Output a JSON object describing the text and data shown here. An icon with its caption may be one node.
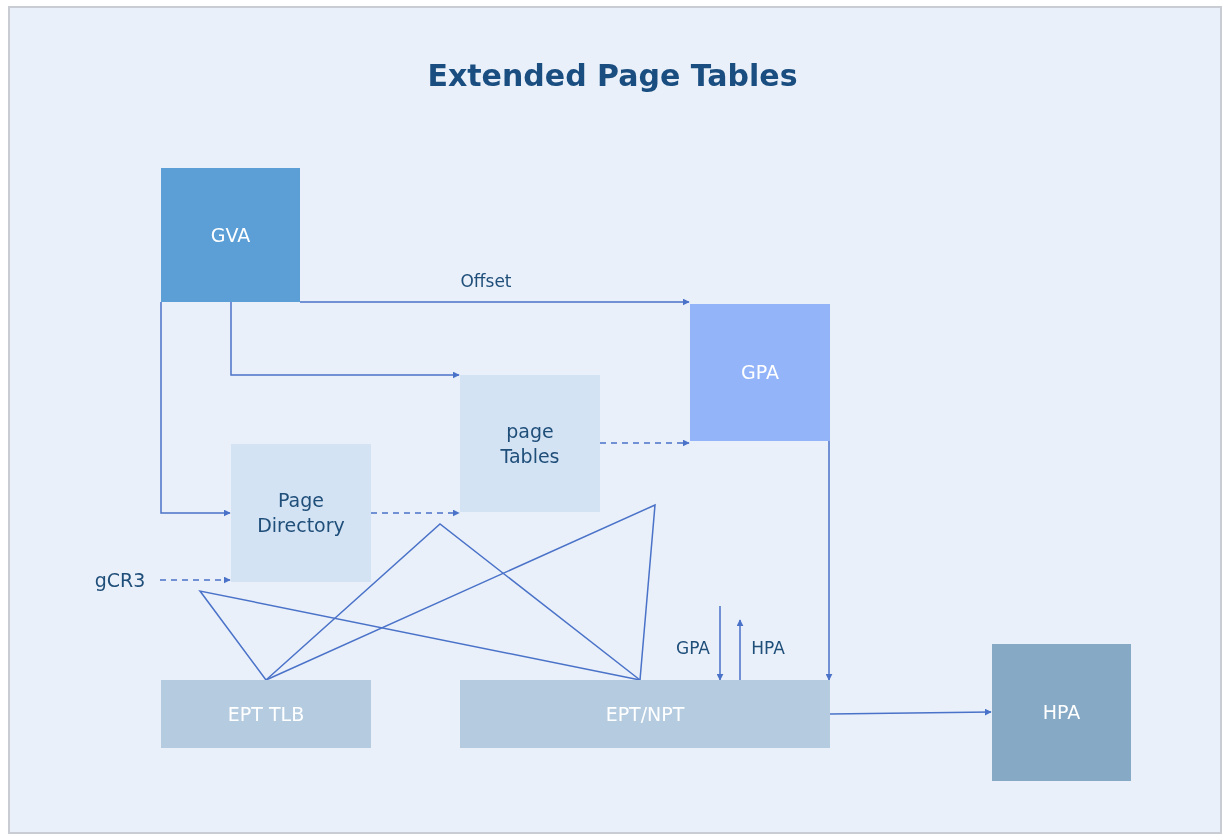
{
  "diagram": {
    "title": "Extended Page Tables",
    "nodes": [
      {
        "text": [
          "GVA"
        ]
      },
      {
        "text": [
          "GPA"
        ]
      },
      {
        "text": [
          "page Tables"
        ]
      },
      {
        "text": [
          "Page Directory"
        ]
      },
      {
        "text": [
          "gCR3"
        ]
      },
      {
        "text": [
          "EPT TLB"
        ]
      },
      {
        "text": [
          "EPT/NPT"
        ]
      },
      {
        "text": [
          "HPA"
        ]
      }
    ],
    "edges": [
      {
        "from": 0,
        "to": 1,
        "arrow": "to",
        "label": "Offset"
      },
      {
        "from": 0,
        "to": 2,
        "arrow": "to"
      },
      {
        "from": 0,
        "to": 3,
        "arrow": "to"
      },
      {
        "from": 3,
        "to": 2,
        "arrow": "to",
        "style": "dashed"
      },
      {
        "from": 2,
        "to": 1,
        "arrow": "to",
        "style": "dashed"
      },
      {
        "from": 4,
        "to": 3,
        "arrow": "to",
        "style": "dashed"
      },
      {
        "from": 1,
        "to": 6,
        "arrow": "to"
      },
      {
        "from": 6,
        "to": 7,
        "arrow": "to"
      },
      {
        "from": 5,
        "to": 6,
        "arrow": "none"
      },
      {
        "from": 5,
        "to": 6,
        "arrow": "none"
      },
      {
        "from": 5,
        "to": 6,
        "arrow": "none"
      },
      {
        "from": null,
        "to": 6,
        "arrow": "to",
        "label": "GPA"
      },
      {
        "from": 6,
        "to": null,
        "arrow": "to",
        "label": "HPA"
      }
    ]
  }
}
